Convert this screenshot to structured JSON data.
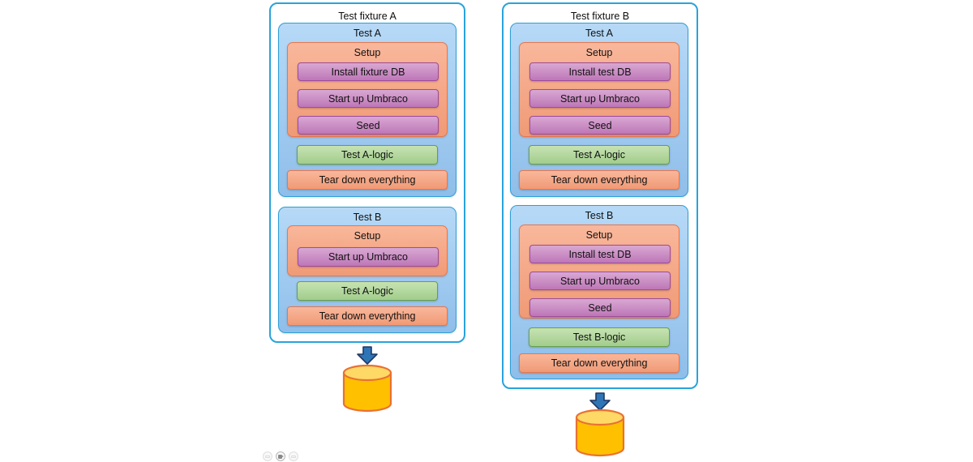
{
  "diagram": {
    "fixtures": [
      {
        "title": "Test fixture A",
        "tests": [
          {
            "title": "Test A",
            "setup_title": "Setup",
            "steps": [
              "Install fixture DB",
              "Start up Umbraco",
              "Seed"
            ],
            "logic": "Test A-logic",
            "teardown": "Tear down everything"
          },
          {
            "title": "Test B",
            "setup_title": "Setup",
            "steps": [
              "Start up Umbraco"
            ],
            "logic": "Test A-logic",
            "teardown": "Tear down everything"
          }
        ]
      },
      {
        "title": "Test fixture B",
        "tests": [
          {
            "title": "Test A",
            "setup_title": "Setup",
            "steps": [
              "Install test DB",
              "Start up Umbraco",
              "Seed"
            ],
            "logic": "Test A-logic",
            "teardown": "Tear down everything"
          },
          {
            "title": "Test B",
            "setup_title": "Setup",
            "steps": [
              "Install test DB",
              "Start up Umbraco",
              "Seed"
            ],
            "logic": "Test B-logic",
            "teardown": "Tear down everything"
          }
        ]
      }
    ],
    "icons": {
      "arrow": "down-arrow",
      "database": "database-cylinder"
    },
    "colors": {
      "fixture_border": "#29a3dc",
      "test_fill": "#9dc9f0",
      "test_border": "#2b9fd7",
      "setup_fill": "#f4a787",
      "setup_border": "#e8764b",
      "step_fill": "#c786c0",
      "step_border": "#9e4b9b",
      "logic_fill": "#a9d18e",
      "logic_border": "#66a04a",
      "arrow_fill": "#2e75b6",
      "arrow_stroke": "#1f3864",
      "db_fill": "#ffc000",
      "db_top_fill": "#ffd966",
      "db_stroke": "#e97132"
    }
  },
  "media_controls": {
    "items": [
      "image",
      "camera",
      "more"
    ]
  }
}
